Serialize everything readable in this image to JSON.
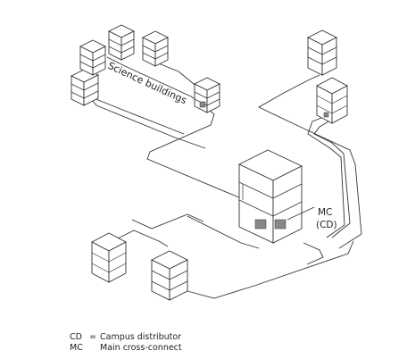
{
  "labels": {
    "science_buildings": "Science buildings",
    "mc_line1": "MC",
    "mc_line2": "(CD)"
  },
  "legend": [
    {
      "abbr": "CD",
      "sep": "=",
      "text": "Campus distributor"
    },
    {
      "abbr": "MC",
      "sep": "",
      "text": "Main cross-connect"
    }
  ]
}
